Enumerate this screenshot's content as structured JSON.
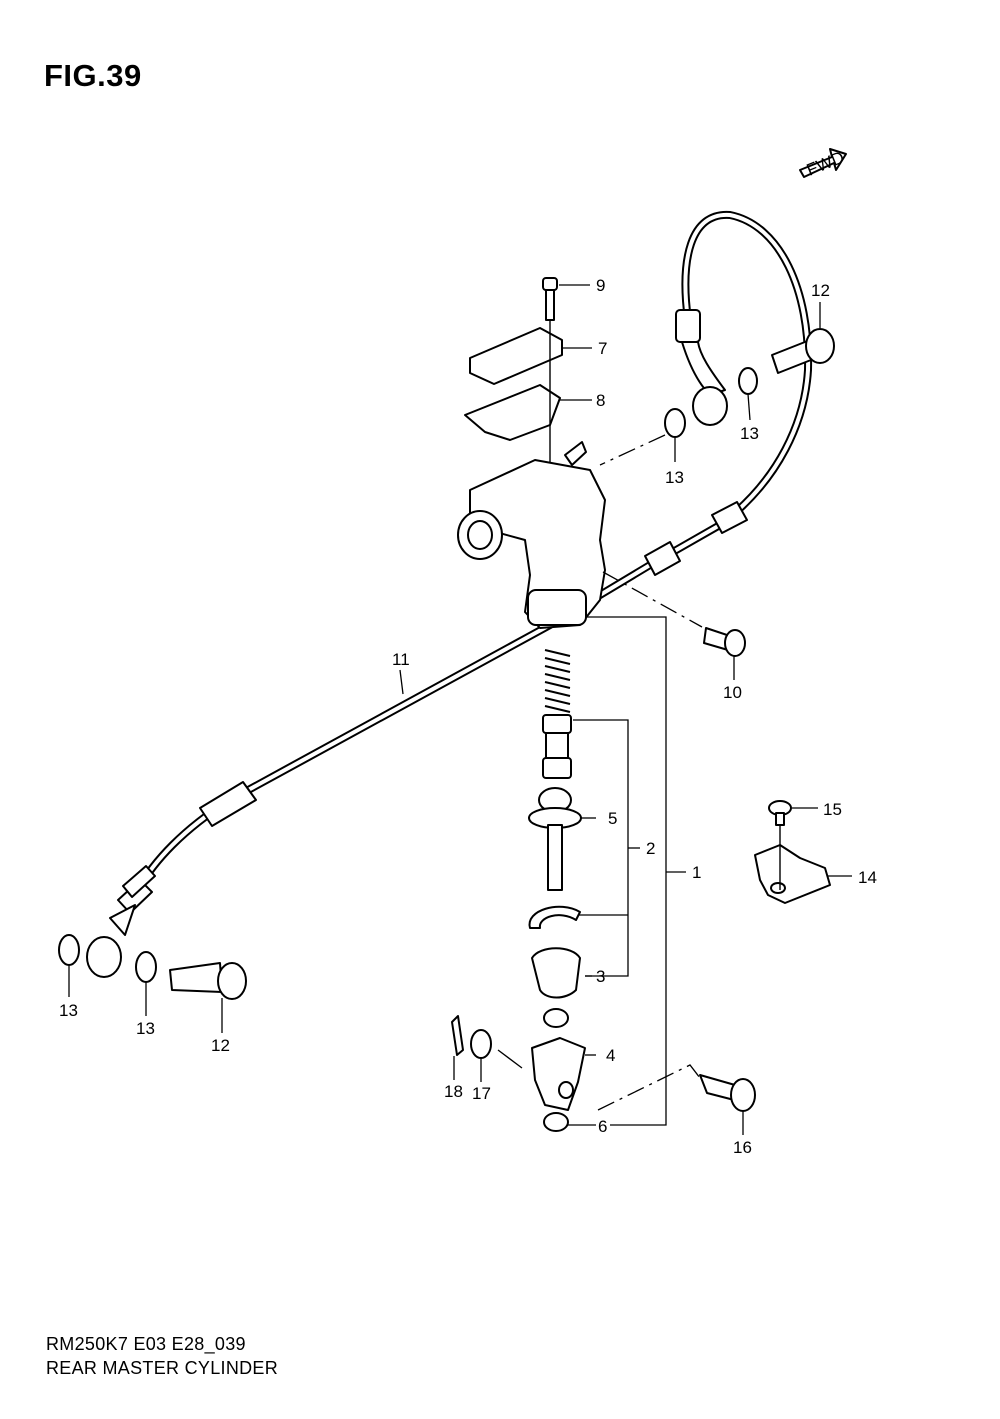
{
  "figure": {
    "title": "FIG.39"
  },
  "fwd_badge": {
    "label": "FWD"
  },
  "callouts": {
    "c1": "1",
    "c2": "2",
    "c3": "3",
    "c4": "4",
    "c5": "5",
    "c6": "6",
    "c7": "7",
    "c8": "8",
    "c9": "9",
    "c10": "10",
    "c11": "11",
    "c12a": "12",
    "c12b": "12",
    "c13a": "13",
    "c13b": "13",
    "c13c": "13",
    "c13d": "13",
    "c14": "14",
    "c15": "15",
    "c16": "16",
    "c17": "17",
    "c18": "18"
  },
  "footer": {
    "code": "RM250K7 E03 E28_039",
    "name": "REAR MASTER CYLINDER"
  }
}
